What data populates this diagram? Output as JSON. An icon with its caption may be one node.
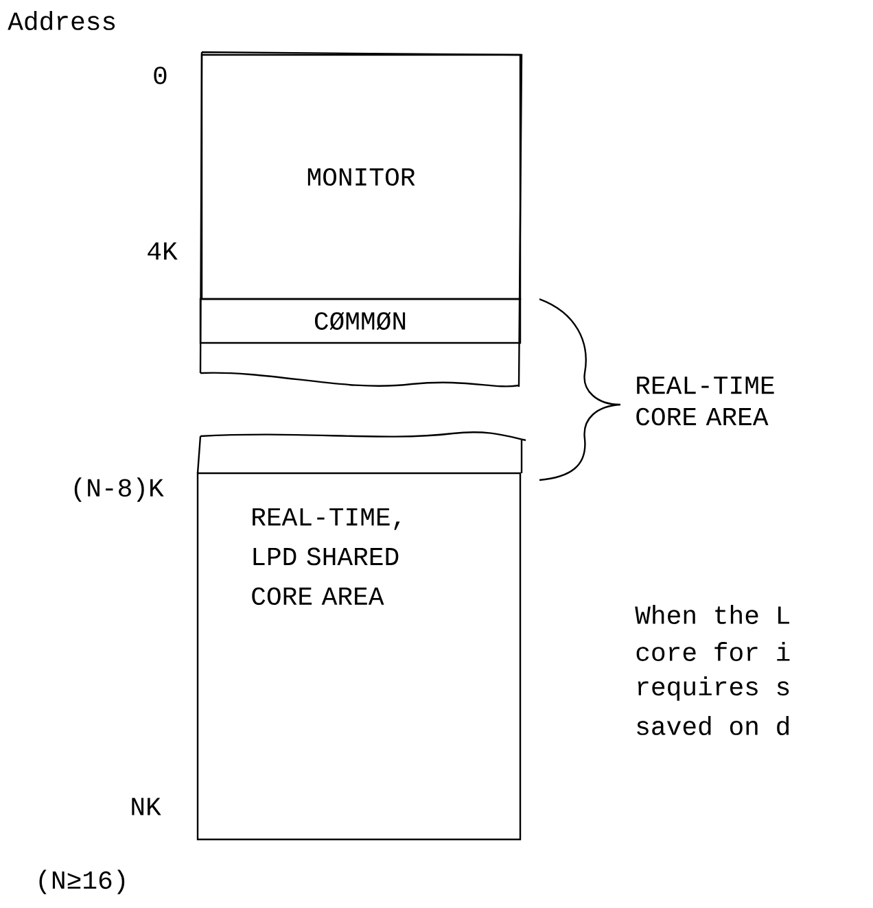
{
  "diagram": {
    "nodes": [
      {
        "text": [
          "MONITOR"
        ]
      },
      {
        "text": [
          "CØMMØN"
        ]
      },
      {
        "text": [
          "REAL-TIME, LPD SHARED CORE AREA"
        ]
      }
    ],
    "labels": [
      "Address",
      "0",
      "4K",
      "(N-8)K",
      "NK",
      "(N≥16)",
      "REAL-TIME CORE AREA",
      "When the L",
      "core for i",
      "requires s",
      "saved on d"
    ]
  }
}
